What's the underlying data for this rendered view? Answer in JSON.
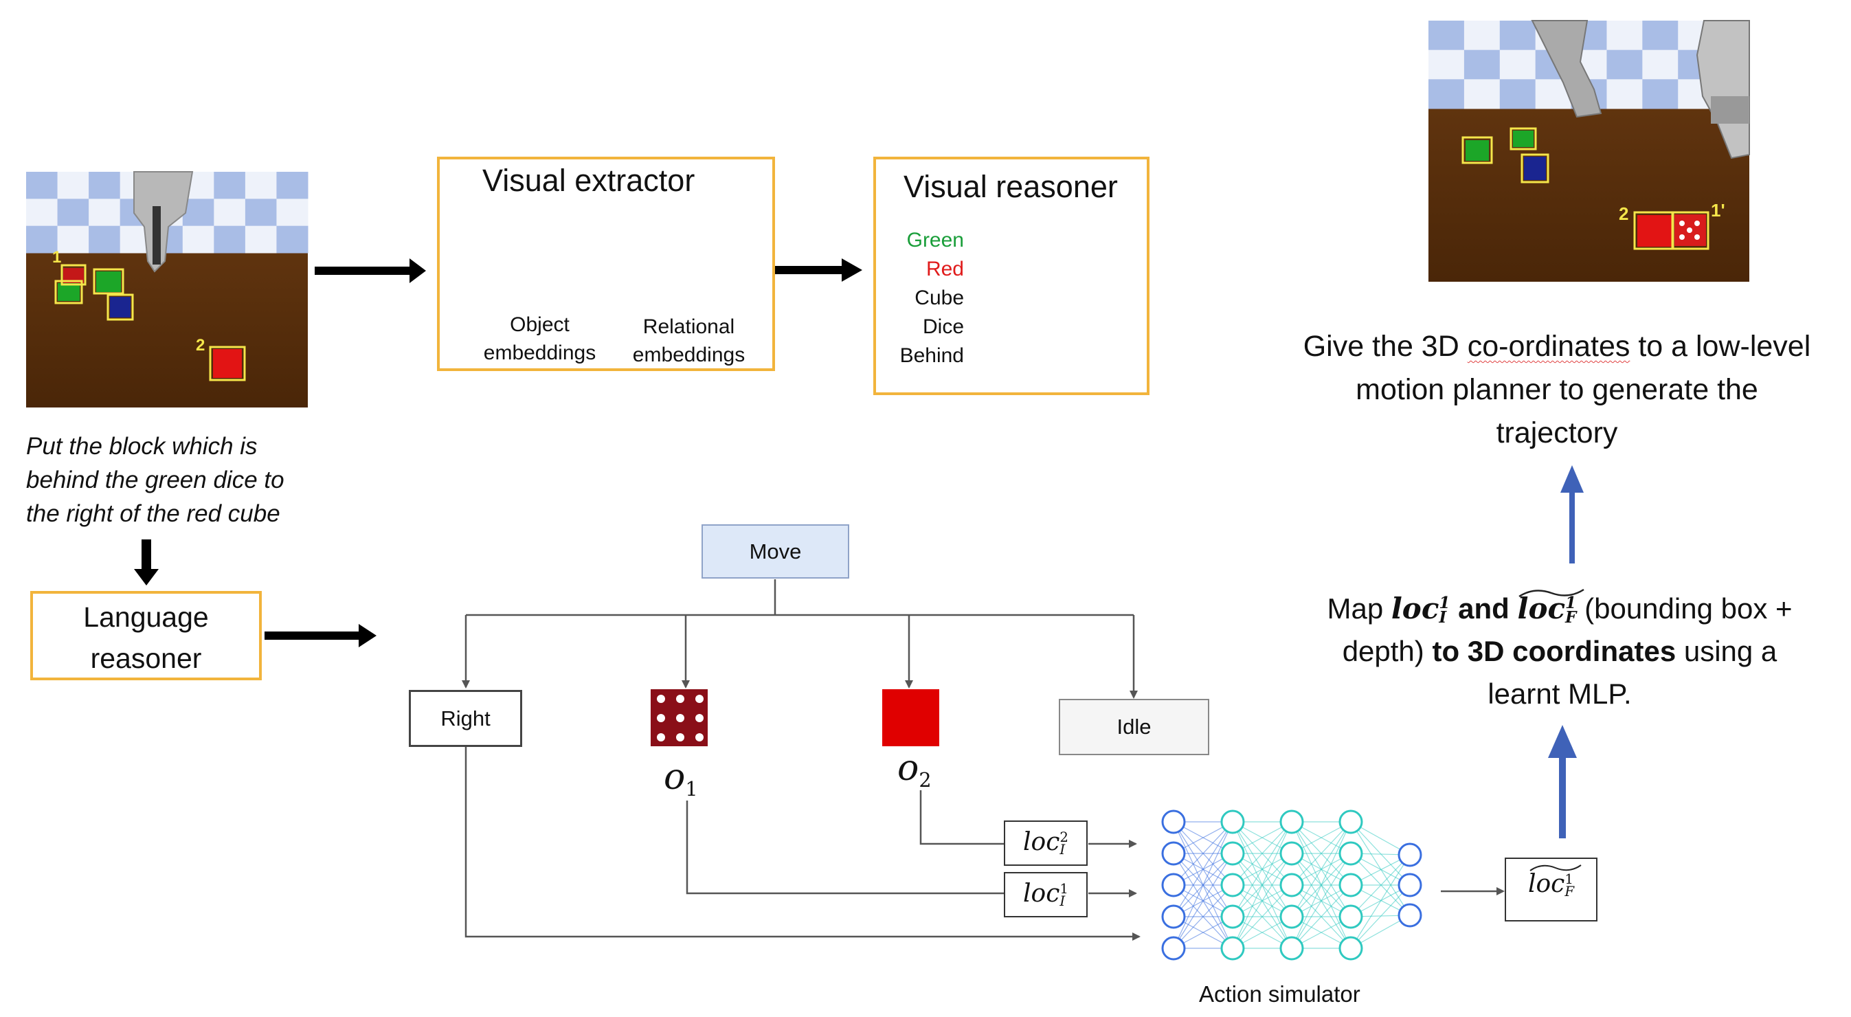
{
  "instruction": {
    "line1": "Put the block which is",
    "line2": "behind the green dice to",
    "line3": "the right of the red cube"
  },
  "language_reasoner": {
    "line1": "Language",
    "line2": "reasoner"
  },
  "visual_extractor": {
    "title": "Visual extractor",
    "object_label_1": "Object",
    "object_label_2": "embeddings",
    "relational_label_1": "Relational",
    "relational_label_2": "embeddings"
  },
  "visual_reasoner": {
    "title": "Visual reasoner",
    "rows": [
      {
        "label": "Green",
        "color": "#1a9e3a"
      },
      {
        "label": "Red",
        "color": "#e01b1b"
      },
      {
        "label": "Cube",
        "color": "#111111"
      },
      {
        "label": "Dice",
        "color": "#111111"
      },
      {
        "label": "Behind",
        "color": "#111111"
      }
    ]
  },
  "scene_left_labels": {
    "one": "1",
    "two": "2"
  },
  "scene_right_labels": {
    "one_prime": "1'",
    "two": "2"
  },
  "program": {
    "root": "Move",
    "right": "Right",
    "idle": "Idle",
    "o1": "o",
    "o1_sub": "1",
    "o2": "o",
    "o2_sub": "2"
  },
  "loc_inputs": {
    "loc2": {
      "base": "loc",
      "sup": "2",
      "sub": "I"
    },
    "loc1": {
      "base": "loc",
      "sup": "1",
      "sub": "I"
    }
  },
  "loc_output": {
    "base": "loc",
    "sup": "1",
    "sub": "F"
  },
  "action_simulator": "Action simulator",
  "map_text": {
    "word_map": "Map",
    "loc_i": "loc",
    "loc_i_sup": "1",
    "loc_i_sub": "I",
    "and": "and",
    "loc_f": "loc",
    "loc_f_sup": "1",
    "loc_f_sub": "F",
    "rest1": "(bounding box +",
    "line2_a": "depth)",
    "line2_b": "to 3D coordinates",
    "line2_c": "using a",
    "line3": "learnt MLP."
  },
  "planner_text": {
    "line1_a": "Give the 3D",
    "line1_b": "co-ordinates",
    "line1_c": "to a low-level",
    "line2": "motion planner to generate the",
    "line3": "trajectory"
  },
  "colors": {
    "accent_box": "#f2b43c",
    "move_fill": "#dde8f8",
    "arrow_blue": "#3f62b8",
    "label_yellow": "#f5e64a",
    "nn_blue": "#3a6fe0",
    "nn_teal": "#2fc9c0"
  }
}
